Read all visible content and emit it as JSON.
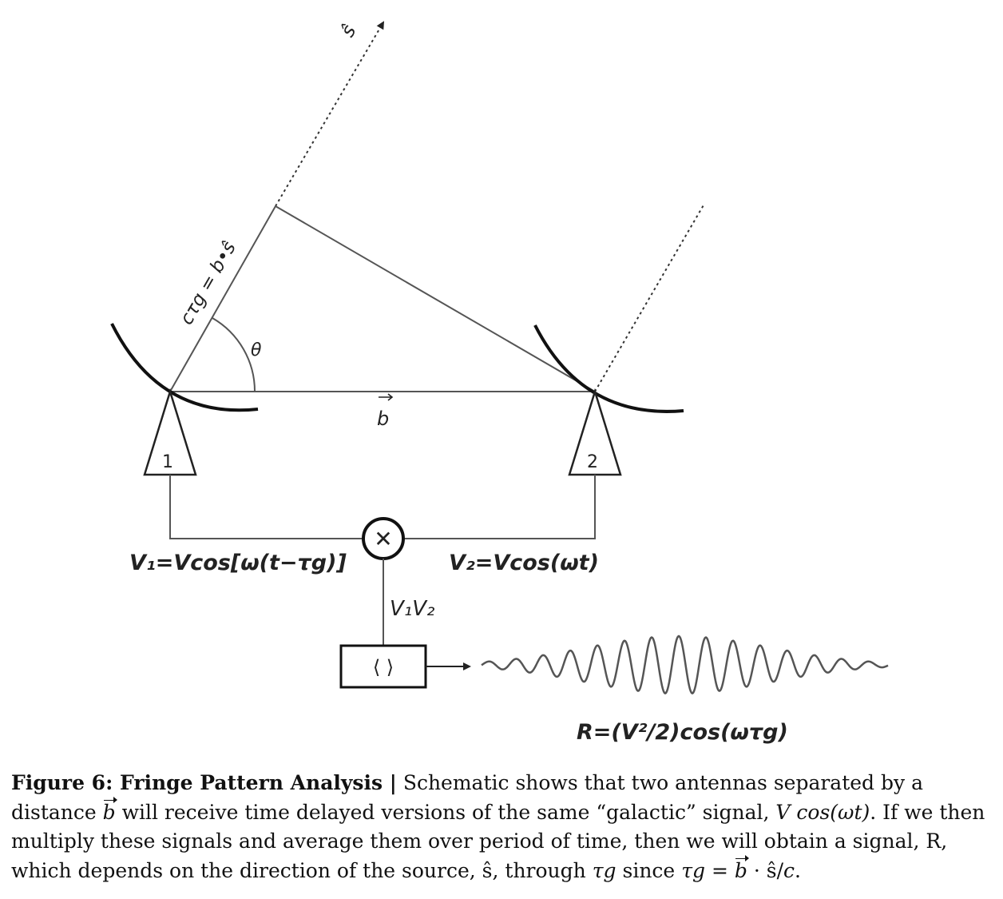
{
  "diagram": {
    "source_label": "ŝ",
    "delay_label": "cτg = b•ŝ",
    "angle_label": "θ",
    "baseline_label": "b",
    "antenna1_label": "1",
    "antenna2_label": "2",
    "multiplier_symbol": "✕",
    "v1_label": "V₁=Vcos[ω(t−τg)]",
    "v2_label": "V₂=Vcos(ωt)",
    "product_label": "V₁V₂",
    "averager_label": "⟨ ⟩",
    "output_label": "R=(V²/2)cos(ωτg)"
  },
  "caption": {
    "title": "Figure 6: Fringe Pattern Analysis |",
    "text_1": " Schematic shows that two antennas separated by a distance ",
    "b_symbol": "b",
    "text_2": " will receive time delayed versions of the same “galactic” signal, ",
    "signal": "V cos(ωt)",
    "text_3": ". If we then multiply these signals and average them over period of time, then we will obtain a signal, R, which depends on the direction of the source, ",
    "s_hat": "ŝ",
    "text_4": ", through ",
    "tau_g_1": "τg",
    "text_5": " since ",
    "tau_g_2": "τg",
    "text_6": " = ",
    "b_symbol_2": "b",
    "text_7": " · ",
    "s_hat_2": "ŝ",
    "text_8": "/",
    "c_symbol": "c",
    "text_9": "."
  }
}
